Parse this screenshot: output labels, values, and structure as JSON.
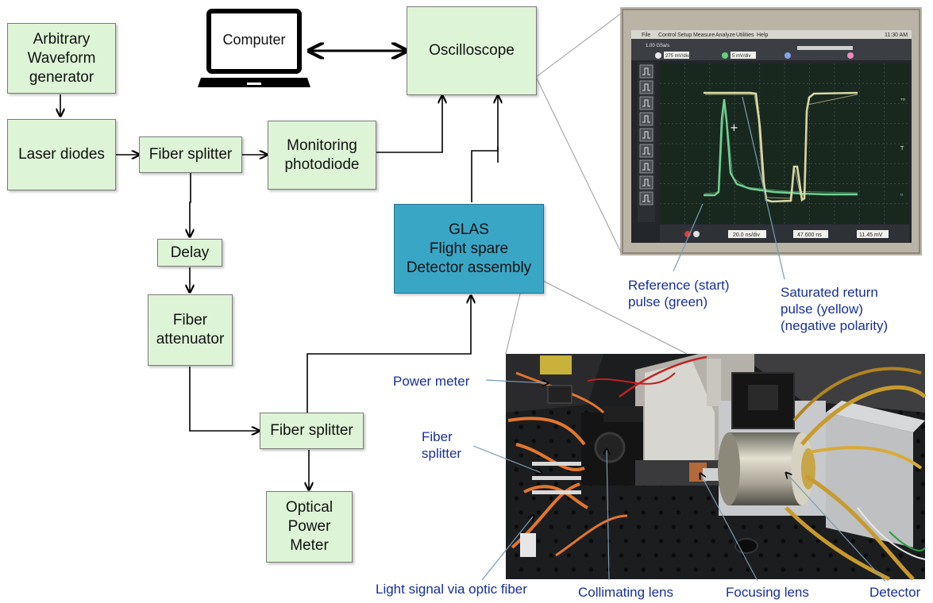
{
  "blocks": {
    "awg": "Arbitrary\nWaveform\ngenerator",
    "laser": "Laser diodes",
    "splitter1": "Fiber splitter",
    "monitor": "Monitoring\nphotodiode",
    "computer": "Computer",
    "oscilloscope": "Oscilloscope",
    "delay": "Delay",
    "attenuator": "Fiber\nattenuator",
    "splitter2": "Fiber splitter",
    "power_meter_box": "Optical\nPower\nMeter",
    "glas": "GLAS\nFlight spare\nDetector assembly"
  },
  "scope": {
    "menu": [
      "File",
      "Control",
      "Setup",
      "Measure",
      "Analyze",
      "Utilities",
      "Help"
    ],
    "time": "11:30 AM",
    "rate": "1.00 GSa/s",
    "ch1": "275 mV/div",
    "ch2": "5 mV/div",
    "timebase": "20.0 ns/div",
    "delay": "47.600 ns",
    "trigger": "11.45 mV"
  },
  "annotations": {
    "reference": "Reference (start)\npulse (green)",
    "saturated": "Saturated return\npulse (yellow)\n(negative polarity)",
    "power_meter": "Power meter",
    "fiber_splitter": "Fiber\nsplitter",
    "light_signal": "Light signal via optic fiber",
    "collimating": "Collimating lens",
    "focusing": "Focusing lens",
    "detector": "Detector"
  },
  "colors": {
    "box_fill": "#ddf5d6",
    "glas_fill": "#3aa6c6",
    "annotation_text": "#17309a",
    "green_trace": "#7fe3a0",
    "yellow_trace": "#ece8b0",
    "scope_screen": "#18281f",
    "scope_bezel": "#b9b4a6",
    "callout_line": "#a0a0a0"
  }
}
